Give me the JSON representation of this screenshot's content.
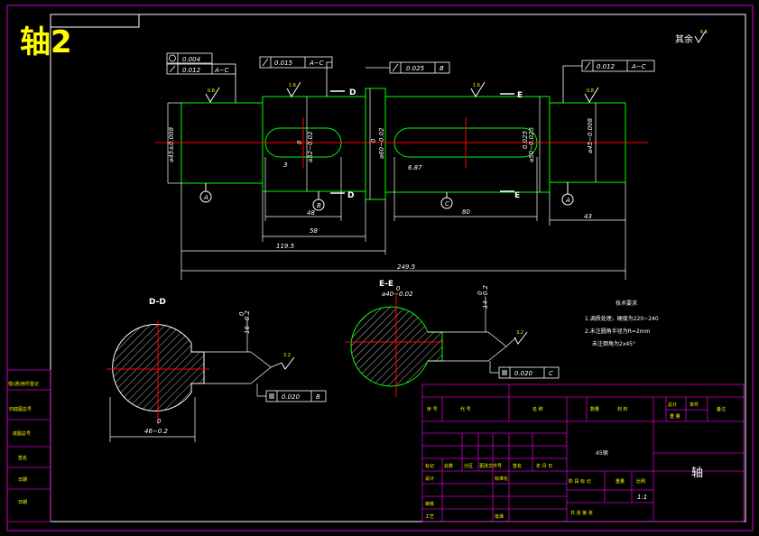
{
  "title": "轴2",
  "roughness_note": "其余",
  "roughness_value": "6.3",
  "main_view": {
    "section_marks": [
      "D",
      "D",
      "E",
      "E"
    ],
    "datum_labels": [
      "A",
      "A",
      "B",
      "C"
    ],
    "roughness_labels": [
      "0.8",
      "1.6",
      "1.6",
      "0.8"
    ],
    "fcf": [
      {
        "symbol": "circ",
        "value": "0.004",
        "datum": ""
      },
      {
        "symbol": "runout",
        "value": "0.012",
        "datum": "A−C"
      },
      {
        "symbol": "runout",
        "value": "0.015",
        "datum": "A−C"
      },
      {
        "symbol": "runout",
        "value": "0.025",
        "datum": "B"
      },
      {
        "symbol": "runout",
        "value": "0.012",
        "datum": "A−C"
      }
    ],
    "dims": {
      "d1": "⌀45±0.008",
      "d2": "⌀52−0.02",
      "d3": "⌀60−0.02",
      "d4": "⌀50−0.025",
      "d5": "⌀45−0.008",
      "key_b": "0",
      "l3": "3",
      "l48": "48",
      "l58": "58",
      "l1195": "119.5",
      "l2495": "249.5",
      "l687": "6.87",
      "l80": "80",
      "l43": "43",
      "sup_d2": "0",
      "sup_d3": "0",
      "sup_d4": "0.025"
    }
  },
  "section_dd": {
    "label": "D-D",
    "dim_depth": "16−0.2",
    "dim_depth_sup": "0",
    "dim_width": "46−0.2",
    "dim_width_sup": "0",
    "roughness": "3.2",
    "sym_value": "0.020",
    "sym_datum": "B"
  },
  "section_ee": {
    "label": "E-E",
    "label_sup": "0",
    "dim_width": "⌀40−0.02",
    "dim_depth": "14−0.2",
    "dim_depth_sup": "0",
    "roughness": "3.2",
    "sym_value": "0.020",
    "sym_datum": "C"
  },
  "tech_req": {
    "heading": "技术要求",
    "lines": [
      "1.调质处理，硬度为220~240",
      "2.未注圆角半径为R=2mm",
      "未注倒角为2x45°"
    ]
  },
  "title_block": {
    "r1": [
      "序  号",
      "代  号",
      "名  称",
      "数量",
      "材  料",
      "单件",
      "总计",
      "备注",
      "重  量"
    ],
    "material": "45钢",
    "part_name": "轴",
    "rows": [
      "标记",
      "处数",
      "分区",
      "更改文件号",
      "签名",
      "年  月  日"
    ],
    "left_labels": [
      "设计",
      "审核",
      "工艺"
    ],
    "mid_labels": [
      "标准化",
      "批准"
    ],
    "stage": [
      "阶 段 标 记",
      "重量",
      "比例"
    ],
    "scale": "1:1",
    "sheet": [
      "共  张  第  张"
    ]
  },
  "left_strip": [
    "借(通)用件登记",
    "旧底图总号",
    "底图总号",
    "签名",
    "日期",
    "日期"
  ]
}
